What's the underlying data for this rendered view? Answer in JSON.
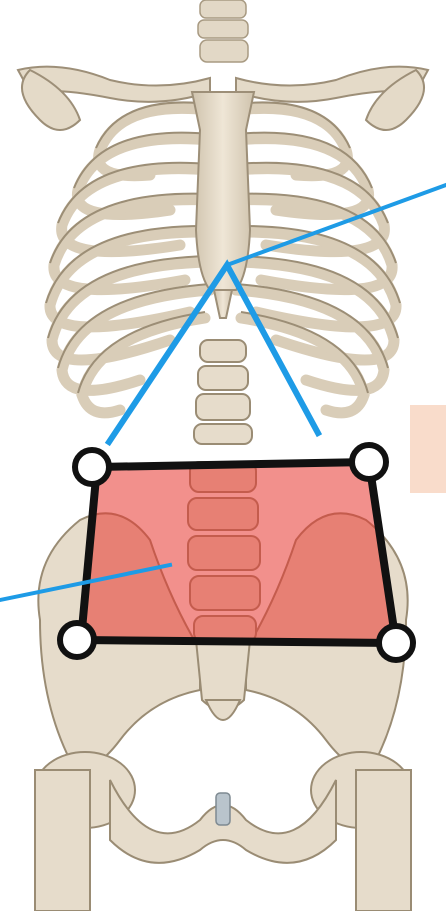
{
  "figure": {
    "subject": "skeleton-torso-anterior",
    "colors": {
      "background": "#ffffff",
      "bone": "#e6dccb",
      "bone_shadow": "#b8ab94",
      "pointer_line": "#1e9be6",
      "region_fill": "#e8342e",
      "region_fill_opacity": 0.55,
      "region_outline": "#111111",
      "handle_fill": "#ffffff",
      "side_panel": "#f9dccb"
    },
    "icons": {
      "ribcage": "ribcage-illustration",
      "spine": "lumbar-spine-illustration",
      "pelvis": "pelvis-illustration",
      "handle": "circle-handle-icon",
      "pointer": "pointer-line"
    }
  }
}
